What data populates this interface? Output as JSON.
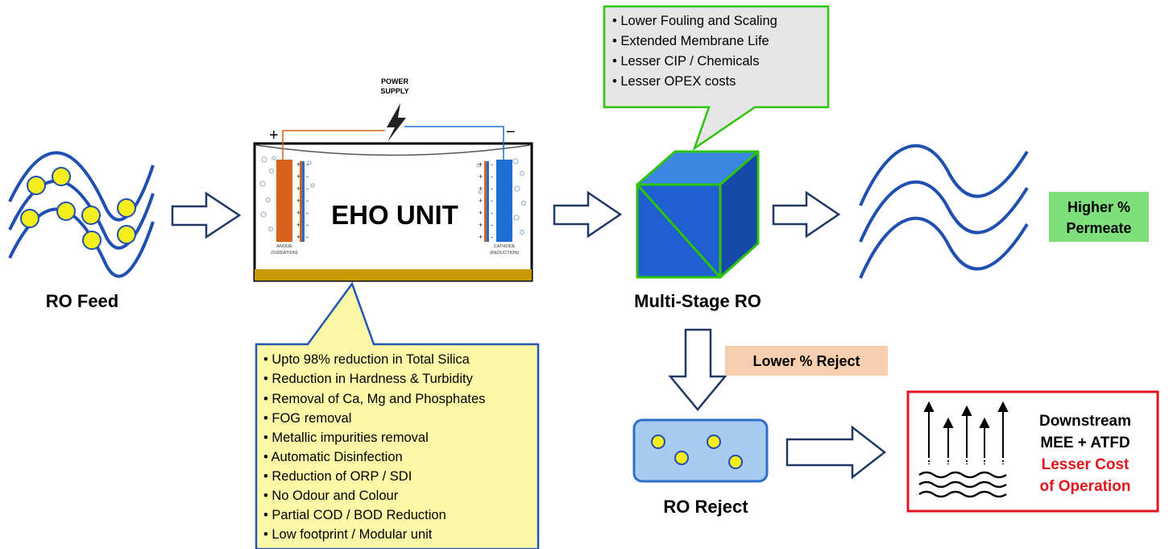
{
  "labels": {
    "ro_feed": "RO Feed",
    "eho_unit": "EHO UNIT",
    "power_supply_line1": "POWER",
    "power_supply_line2": "SUPPLY",
    "plus_sign": "+",
    "minus_sign": "−",
    "anode_line1": "ANODE",
    "anode_line2": "(OXIDATION)",
    "cathode_line1": "CATHODE",
    "cathode_line2": "(REDUCTION)",
    "multi_stage_ro": "Multi-Stage RO",
    "ro_reject": "RO Reject",
    "higher_permeate_line1": "Higher %",
    "higher_permeate_line2": "Permeate",
    "lower_reject": "Lower % Reject",
    "downstream_line1": "Downstream",
    "downstream_line2": "MEE + ATFD",
    "downstream_line3": "Lesser Cost",
    "downstream_line4": "of Operation"
  },
  "ro_benefits": [
    "• Lower Fouling and Scaling",
    "• Extended Membrane Life",
    "• Lesser CIP / Chemicals",
    "• Lesser OPEX costs"
  ],
  "eho_benefits": [
    "• Upto 98% reduction in Total Silica",
    "• Reduction in Hardness & Turbidity",
    "• Removal of Ca, Mg and Phosphates",
    "• FOG removal",
    "• Metallic impurities removal",
    "• Automatic Disinfection",
    "• Reduction of ORP / SDI",
    "• No Odour and Colour",
    "• Partial COD / BOD Reduction",
    "• Low footprint / Modular unit"
  ],
  "colors": {
    "wave_blue": "#1f4fb0",
    "particle_yellow": "#f4ee1c",
    "arrow_outline": "#1f3864",
    "cube_front": "#1f5fcf",
    "cube_top": "#3b86e3",
    "cube_side": "#174aa8",
    "cube_outline": "#2ec40c",
    "eho_callout_fill": "#fdf7a8",
    "eho_callout_border": "#2456b8",
    "ro_callout_fill": "#e6e6e6",
    "ro_callout_border": "#2ec40c",
    "permeate_fill": "#7de07a",
    "reject_label_fill": "#f7cfae",
    "reject_box_fill": "#a9cbf2",
    "downstream_border": "#e3141c",
    "lesser_cost_red": "#e3141c",
    "anode_orange": "#d4621c",
    "cathode_blue": "#1f6ed4",
    "tank_base_gold": "#c99a06"
  },
  "icons": {
    "power_bolt": "lightning-bolt-icon",
    "flow_arrow": "hollow-right-arrow-icon",
    "vapor_arrows": "evaporation-arrows-icon"
  }
}
